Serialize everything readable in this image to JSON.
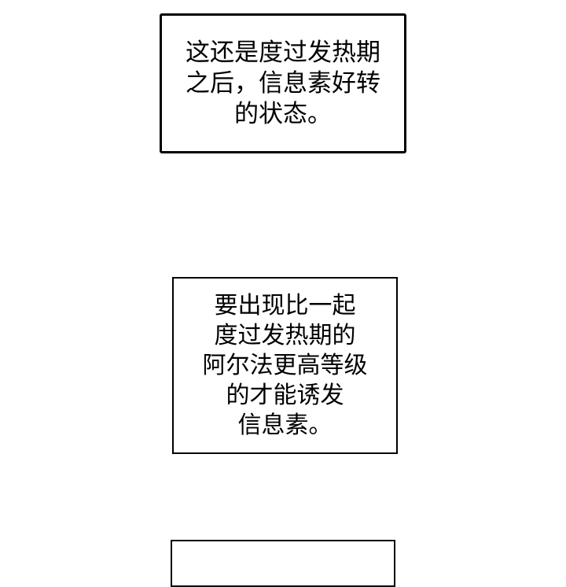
{
  "captions": [
    {
      "lines": [
        "这还是度过发热期",
        "之后，信息素好转",
        "的状态。"
      ]
    },
    {
      "lines": [
        "要出现比一起",
        "度过发热期的",
        "阿尔法更高等级",
        "的才能诱发",
        "信息素。"
      ]
    }
  ],
  "colors": {
    "background": "#ffffff",
    "border": "#000000",
    "text": "#000000"
  }
}
